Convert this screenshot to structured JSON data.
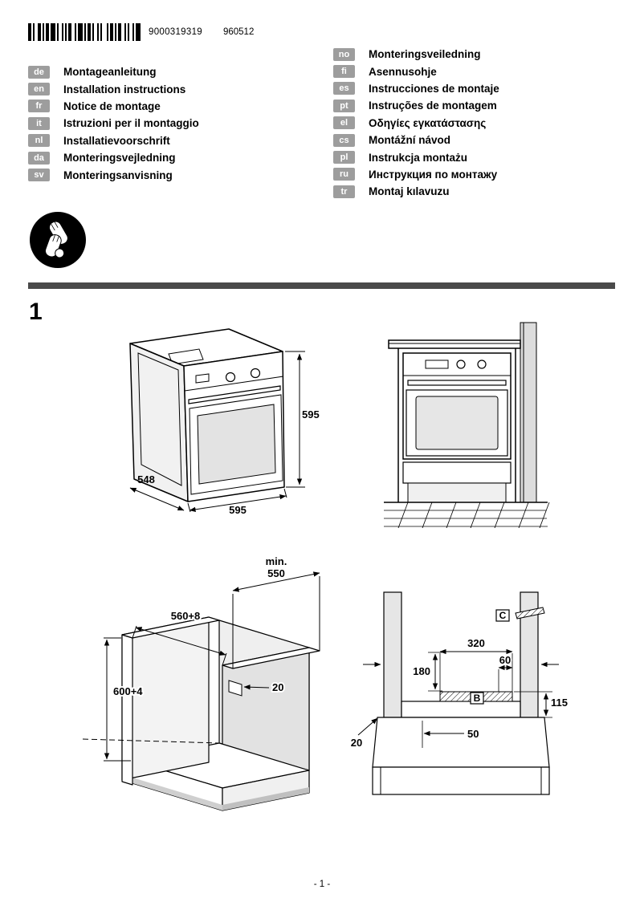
{
  "header": {
    "barcode_number": "9000319319",
    "date_code": "960512"
  },
  "languages_left": [
    {
      "code": "de",
      "title": "Montageanleitung"
    },
    {
      "code": "en",
      "title": "Installation instructions"
    },
    {
      "code": "fr",
      "title": "Notice de montage"
    },
    {
      "code": "it",
      "title": "Istruzioni per il montaggio"
    },
    {
      "code": "nl",
      "title": "Installatievoorschrift"
    },
    {
      "code": "da",
      "title": "Monteringsvejledning"
    },
    {
      "code": "sv",
      "title": "Monteringsanvisning"
    }
  ],
  "languages_right": [
    {
      "code": "no",
      "title": "Monteringsveiledning"
    },
    {
      "code": "fi",
      "title": "Asennusohje"
    },
    {
      "code": "es",
      "title": "Instrucciones de montaje"
    },
    {
      "code": "pt",
      "title": "Instruções de montagem"
    },
    {
      "code": "el",
      "title": "Οδηγίες εγκατάστασης"
    },
    {
      "code": "cs",
      "title": "Montážní návod"
    },
    {
      "code": "pl",
      "title": "Instrukcja montażu"
    },
    {
      "code": "ru",
      "title": "Инструкция по монтажу"
    },
    {
      "code": "tr",
      "title": "Montaj kılavuzu"
    }
  ],
  "section": {
    "number": "1"
  },
  "figure1": {
    "oven": {
      "height": "595",
      "width": "595",
      "depth": "548"
    },
    "cabinet": {
      "depth_min_label": "min.",
      "depth_min_value": "550",
      "cutout_width": "560+8",
      "cutout_height": "600+4",
      "rear_gap": "20"
    },
    "recess": {
      "width": "320",
      "socket_offset": "60",
      "height": "180",
      "plinth_height": "115",
      "panel_gap": "20",
      "side_offset": "50",
      "zone_label": "B",
      "strip_label": "C"
    }
  },
  "footer": {
    "page": "- 1 -"
  }
}
